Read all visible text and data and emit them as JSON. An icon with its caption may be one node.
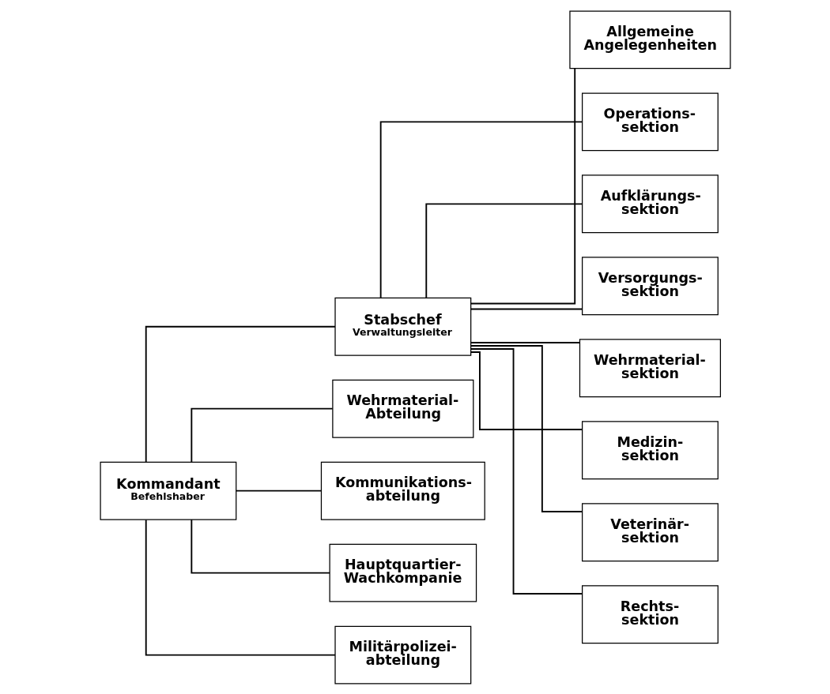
{
  "diagram": {
    "nodes": [
      {
        "text": [
          "Kommandant",
          "Befehlshaber"
        ]
      },
      {
        "text": [
          "Stabschef",
          "Verwaltungsleiter"
        ]
      },
      {
        "text": [
          "Wehrmaterial- Abteilung"
        ]
      },
      {
        "text": [
          "Kommunikations- abteilung"
        ]
      },
      {
        "text": [
          "Hauptquartier- Wachkompanie"
        ]
      },
      {
        "text": [
          "Militärpolizei- abteilung"
        ]
      },
      {
        "text": [
          "Allgemeine Angelegenheiten"
        ]
      },
      {
        "text": [
          "Operations- sektion"
        ]
      },
      {
        "text": [
          "Aufklärungs- sektion"
        ]
      },
      {
        "text": [
          "Versorgungs- sektion"
        ]
      },
      {
        "text": [
          "Wehrmaterial- sektion"
        ]
      },
      {
        "text": [
          "Medizin- sektion"
        ]
      },
      {
        "text": [
          "Veterinär- sektion"
        ]
      },
      {
        "text": [
          "Rechts- sektion"
        ]
      }
    ],
    "edges": [
      {
        "from": 0,
        "to": 1,
        "arrow": "none"
      },
      {
        "from": 0,
        "to": 2,
        "arrow": "none"
      },
      {
        "from": 0,
        "to": 3,
        "arrow": "none"
      },
      {
        "from": 0,
        "to": 4,
        "arrow": "none"
      },
      {
        "from": 0,
        "to": 5,
        "arrow": "none"
      },
      {
        "from": 1,
        "to": 6,
        "arrow": "none"
      },
      {
        "from": 1,
        "to": 7,
        "arrow": "none"
      },
      {
        "from": 1,
        "to": 8,
        "arrow": "none"
      },
      {
        "from": 1,
        "to": 9,
        "arrow": "none"
      },
      {
        "from": 1,
        "to": 10,
        "arrow": "none"
      },
      {
        "from": 1,
        "to": 11,
        "arrow": "none"
      },
      {
        "from": 1,
        "to": 12,
        "arrow": "none"
      },
      {
        "from": 1,
        "to": 13,
        "arrow": "none"
      }
    ]
  }
}
